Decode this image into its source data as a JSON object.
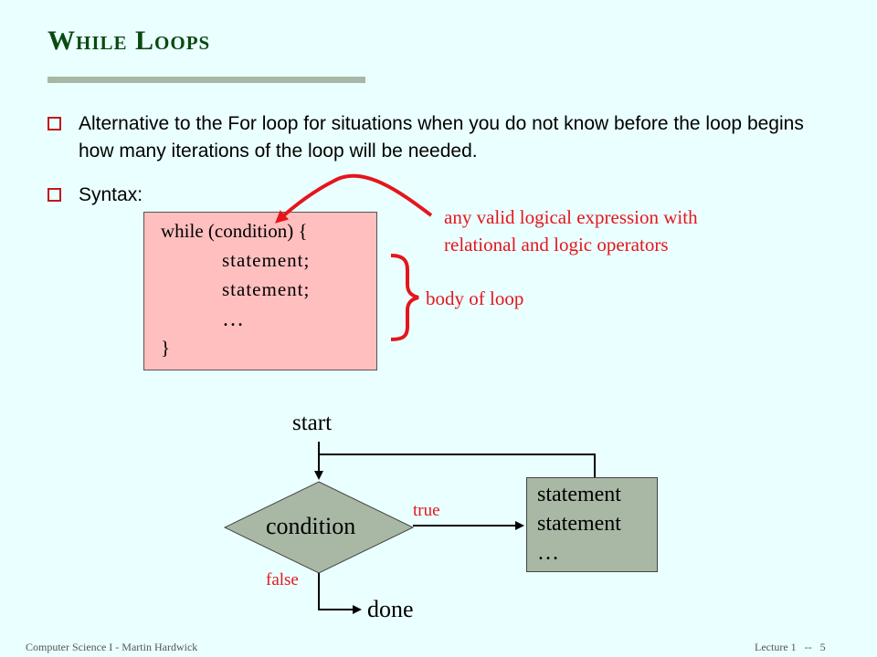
{
  "slide": {
    "title": "While Loops",
    "bullets": [
      {
        "text": "Alternative to the For loop for situations when you do not know before the loop begins how many iterations of the loop will be needed."
      },
      {
        "text": "Syntax:"
      }
    ],
    "code": {
      "line1": "while (condition) {",
      "line2": "statement;",
      "line3": "statement;",
      "line4": "…",
      "line5": "}"
    },
    "annotations": {
      "condition_note_line1": "any valid logical expression with",
      "condition_note_line2": "relational and logic operators",
      "body_note": "body of loop"
    },
    "flowchart": {
      "start": "start",
      "condition": "condition",
      "true_label": "true",
      "false_label": "false",
      "done": "done",
      "stmt1": "statement",
      "stmt2": "statement",
      "stmt3": "…"
    },
    "footer": {
      "left": "Computer Science I - Martin Hardwick",
      "right": "Lecture 1   --   5"
    },
    "colors": {
      "background": "#eaffff",
      "title": "#0a4a10",
      "annotation": "#e4161c",
      "code_box": "#ffbfbf",
      "flow_box": "#a8b8a4"
    }
  }
}
